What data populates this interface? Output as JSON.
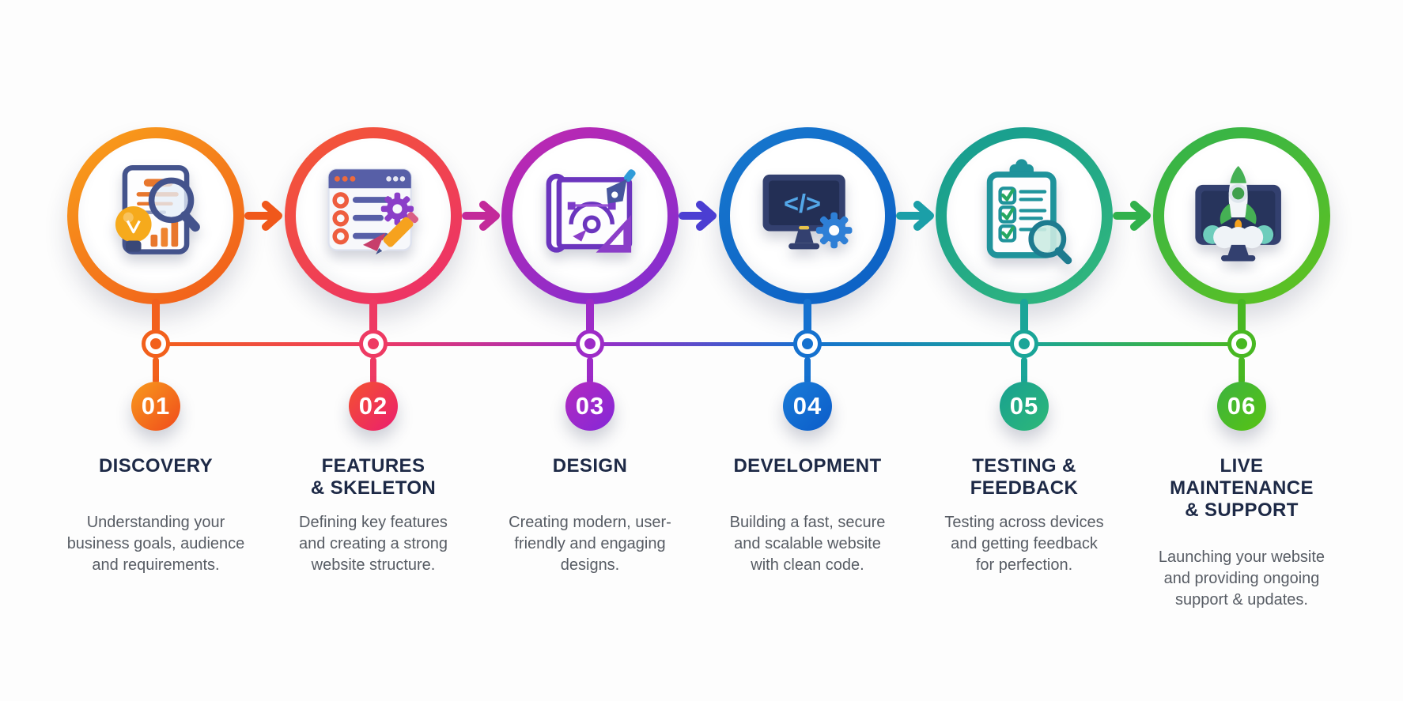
{
  "infographic": {
    "background_color": "#fdfdfd",
    "title_color": "#1d2946",
    "description_color": "#575c64",
    "timeline_colors": [
      "#F2601C",
      "#EE3A63",
      "#9D2BC7",
      "#1571CF",
      "#1AA598",
      "#48B822"
    ],
    "steps": [
      {
        "number": "01",
        "title": "DISCOVERY",
        "description": "Understanding your\nbusiness goals, audience\nand requirements.",
        "icon": "discovery-research-icon",
        "colors": {
          "ring_start": "#F9A21B",
          "ring_end": "#F0581B",
          "badge_start": "#F89B1B",
          "badge_end": "#F04A1D",
          "node": "#F2601C",
          "arrow_to_next": "#F0581B"
        }
      },
      {
        "number": "02",
        "title": "FEATURES\n& SKELETON",
        "description": "Defining key features\nand creating a strong\nwebsite structure.",
        "icon": "features-checklist-icon",
        "colors": {
          "ring_start": "#F45A31",
          "ring_end": "#EC2D6E",
          "badge_start": "#F4522F",
          "badge_end": "#EB1E6F",
          "node": "#EE3A63",
          "arrow_to_next": "#C32A9A"
        }
      },
      {
        "number": "03",
        "title": "DESIGN",
        "description": "Creating modern, user-\nfriendly and engaging\ndesigns.",
        "icon": "design-blueprint-icon",
        "colors": {
          "ring_start": "#C128AE",
          "ring_end": "#7E2ED3",
          "badge_start": "#B32ABF",
          "badge_end": "#8428D8",
          "node": "#9D2BC7",
          "arrow_to_next": "#4B3ED2"
        }
      },
      {
        "number": "04",
        "title": "DEVELOPMENT",
        "description": "Building a fast, secure\nand scalable website\nwith clean code.",
        "icon": "development-code-icon",
        "colors": {
          "ring_start": "#1778CE",
          "ring_end": "#0C5FC4",
          "badge_start": "#1A7CD8",
          "badge_end": "#0B5CC9",
          "node": "#1571CF",
          "arrow_to_next": "#1B9FA8"
        }
      },
      {
        "number": "05",
        "title": "TESTING &\nFEEDBACK",
        "description": "Testing across devices\nand getting feedback\nfor perfection.",
        "icon": "testing-clipboard-icon",
        "colors": {
          "ring_start": "#149A93",
          "ring_end": "#33B97A",
          "badge_start": "#17A091",
          "badge_end": "#2EB878",
          "node": "#1AA598",
          "arrow_to_next": "#31B14C"
        }
      },
      {
        "number": "06",
        "title": "LIVE\nMAINTENANCE\n& SUPPORT",
        "description": "Launching your website\nand providing ongoing\nsupport & updates.",
        "icon": "launch-rocket-icon",
        "colors": {
          "ring_start": "#31B24D",
          "ring_end": "#62C31E",
          "badge_start": "#3CB340",
          "badge_end": "#58C312",
          "node": "#48B822"
        }
      }
    ]
  }
}
